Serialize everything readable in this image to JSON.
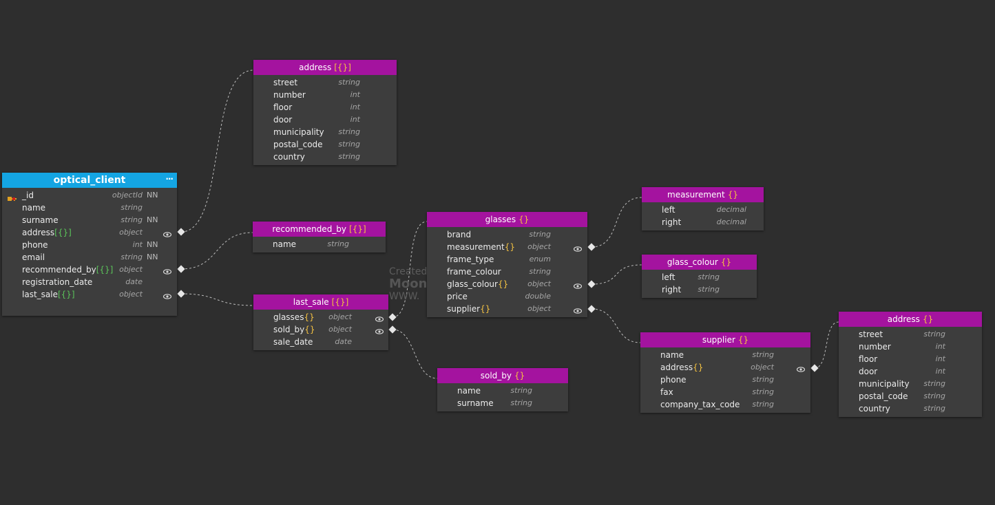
{
  "watermark": {
    "line1": "Created",
    "line2": "Moon",
    "line3": "WWW."
  },
  "colors": {
    "background": "#2e2e2e",
    "entity_header": "#a4139f",
    "root_header": "#14a5e3",
    "entity_body": "#3d3d3d",
    "brace": "#f5c342"
  },
  "entities": {
    "optical_client": {
      "title": "optical_client",
      "menu_icon": "···",
      "fields": [
        {
          "name": "_id",
          "brace": "",
          "type": "objectId",
          "nn": "NN",
          "key": true
        },
        {
          "name": "name",
          "brace": "",
          "type": "string",
          "nn": ""
        },
        {
          "name": "surname",
          "brace": "",
          "type": "string",
          "nn": "NN"
        },
        {
          "name": "address",
          "brace": "[{}]",
          "type": "object",
          "nn": "",
          "eye": true
        },
        {
          "name": "phone",
          "brace": "",
          "type": "int",
          "nn": "NN"
        },
        {
          "name": "email",
          "brace": "",
          "type": "string",
          "nn": "NN"
        },
        {
          "name": "recommended_by",
          "brace": "[{}]",
          "type": "object",
          "nn": "",
          "eye": true
        },
        {
          "name": "registration_date",
          "brace": "",
          "type": "date",
          "nn": ""
        },
        {
          "name": "last_sale",
          "brace": "[{}]",
          "type": "object",
          "nn": "",
          "eye": true
        }
      ]
    },
    "address1": {
      "title": "address",
      "brace": "[{}]",
      "fields": [
        {
          "name": "street",
          "type": "string"
        },
        {
          "name": "number",
          "type": "int"
        },
        {
          "name": "floor",
          "type": "int"
        },
        {
          "name": "door",
          "type": "int"
        },
        {
          "name": "municipality",
          "type": "string"
        },
        {
          "name": "postal_code",
          "type": "string"
        },
        {
          "name": "country",
          "type": "string"
        }
      ]
    },
    "recommended_by": {
      "title": "recommended_by",
      "brace": "[{}]",
      "fields": [
        {
          "name": "name",
          "type": "string"
        }
      ]
    },
    "last_sale": {
      "title": "last_sale",
      "brace": "[{}]",
      "fields": [
        {
          "name": "glasses",
          "brace": "{}",
          "type": "object",
          "eye": true
        },
        {
          "name": "sold_by",
          "brace": "{}",
          "type": "object",
          "eye": true
        },
        {
          "name": "sale_date",
          "brace": "",
          "type": "date"
        }
      ]
    },
    "glasses": {
      "title": "glasses",
      "brace": "{}",
      "fields": [
        {
          "name": "brand",
          "brace": "",
          "type": "string"
        },
        {
          "name": "measurement",
          "brace": "{}",
          "type": "object",
          "eye": true
        },
        {
          "name": "frame_type",
          "brace": "",
          "type": "enum"
        },
        {
          "name": "frame_colour",
          "brace": "",
          "type": "string"
        },
        {
          "name": "glass_colour",
          "brace": "{}",
          "type": "object",
          "eye": true
        },
        {
          "name": "price",
          "brace": "",
          "type": "double"
        },
        {
          "name": "supplier",
          "brace": "{}",
          "type": "object",
          "eye": true
        }
      ]
    },
    "sold_by": {
      "title": "sold_by",
      "brace": "{}",
      "fields": [
        {
          "name": "name",
          "type": "string"
        },
        {
          "name": "surname",
          "type": "string"
        }
      ]
    },
    "measurement": {
      "title": "measurement",
      "brace": "{}",
      "fields": [
        {
          "name": "left",
          "type": "decimal"
        },
        {
          "name": "right",
          "type": "decimal"
        }
      ]
    },
    "glass_colour": {
      "title": "glass_colour",
      "brace": "{}",
      "fields": [
        {
          "name": "left",
          "type": "string"
        },
        {
          "name": "right",
          "type": "string"
        }
      ]
    },
    "supplier": {
      "title": "supplier",
      "brace": "{}",
      "fields": [
        {
          "name": "name",
          "brace": "",
          "type": "string"
        },
        {
          "name": "address",
          "brace": "{}",
          "type": "object",
          "eye": true
        },
        {
          "name": "phone",
          "brace": "",
          "type": "string"
        },
        {
          "name": "fax",
          "brace": "",
          "type": "string"
        },
        {
          "name": "company_tax_code",
          "brace": "",
          "type": "string"
        }
      ]
    },
    "address2": {
      "title": "address",
      "brace": "{}",
      "fields": [
        {
          "name": "street",
          "type": "string"
        },
        {
          "name": "number",
          "type": "int"
        },
        {
          "name": "floor",
          "type": "int"
        },
        {
          "name": "door",
          "type": "int"
        },
        {
          "name": "municipality",
          "type": "string"
        },
        {
          "name": "postal_code",
          "type": "string"
        },
        {
          "name": "country",
          "type": "string"
        }
      ]
    }
  }
}
